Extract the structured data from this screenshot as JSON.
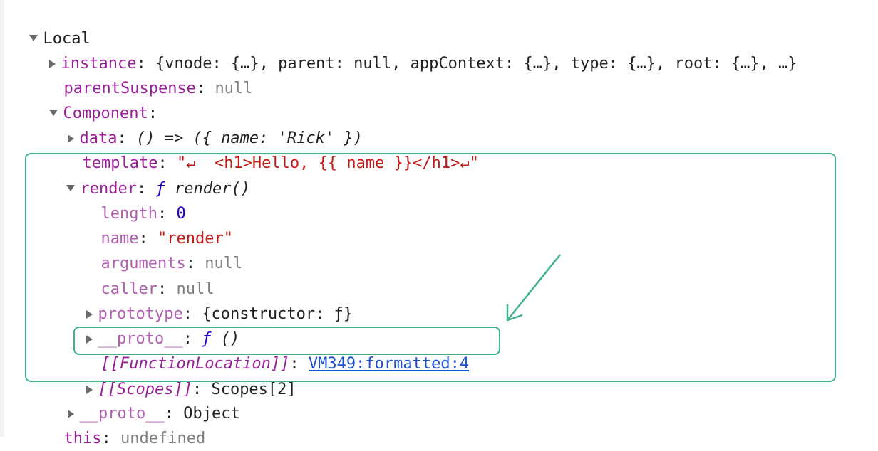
{
  "scope": {
    "title": "Local"
  },
  "instance": {
    "key": "instance",
    "preview": "{vnode: {…}, parent: null, appContext: {…}, type: {…}, root: {…}, …}"
  },
  "parentSuspense": {
    "key": "parentSuspense",
    "value": "null"
  },
  "component": {
    "key": "Component",
    "data": {
      "key": "data",
      "value": "() => ({ name: 'Rick' })"
    },
    "template": {
      "key": "template",
      "value": "\"↵  <h1>Hello, {{ name }}</h1>↵\""
    },
    "render": {
      "key": "render",
      "f_symbol": "ƒ",
      "signature": "render()",
      "length": {
        "key": "length",
        "value": "0"
      },
      "name": {
        "key": "name",
        "value": "\"render\""
      },
      "arguments": {
        "key": "arguments",
        "value": "null"
      },
      "caller": {
        "key": "caller",
        "value": "null"
      },
      "prototype": {
        "key": "prototype",
        "value": "{constructor: ƒ}"
      },
      "proto": {
        "key": "__proto__",
        "f_symbol": "ƒ",
        "value": "()"
      },
      "function_location": {
        "key": "[[FunctionLocation]]",
        "link": "VM349:formatted:4"
      },
      "scopes": {
        "key": "[[Scopes]]",
        "value": "Scopes[2]"
      }
    },
    "proto": {
      "key": "__proto__",
      "value": "Object"
    }
  },
  "this": {
    "key": "this",
    "value": "undefined"
  },
  "colors": {
    "highlight": "#3db387",
    "key": "#9a1e9a",
    "string": "#c41a16",
    "number": "#1c00cf",
    "link": "#1a4fd0"
  }
}
